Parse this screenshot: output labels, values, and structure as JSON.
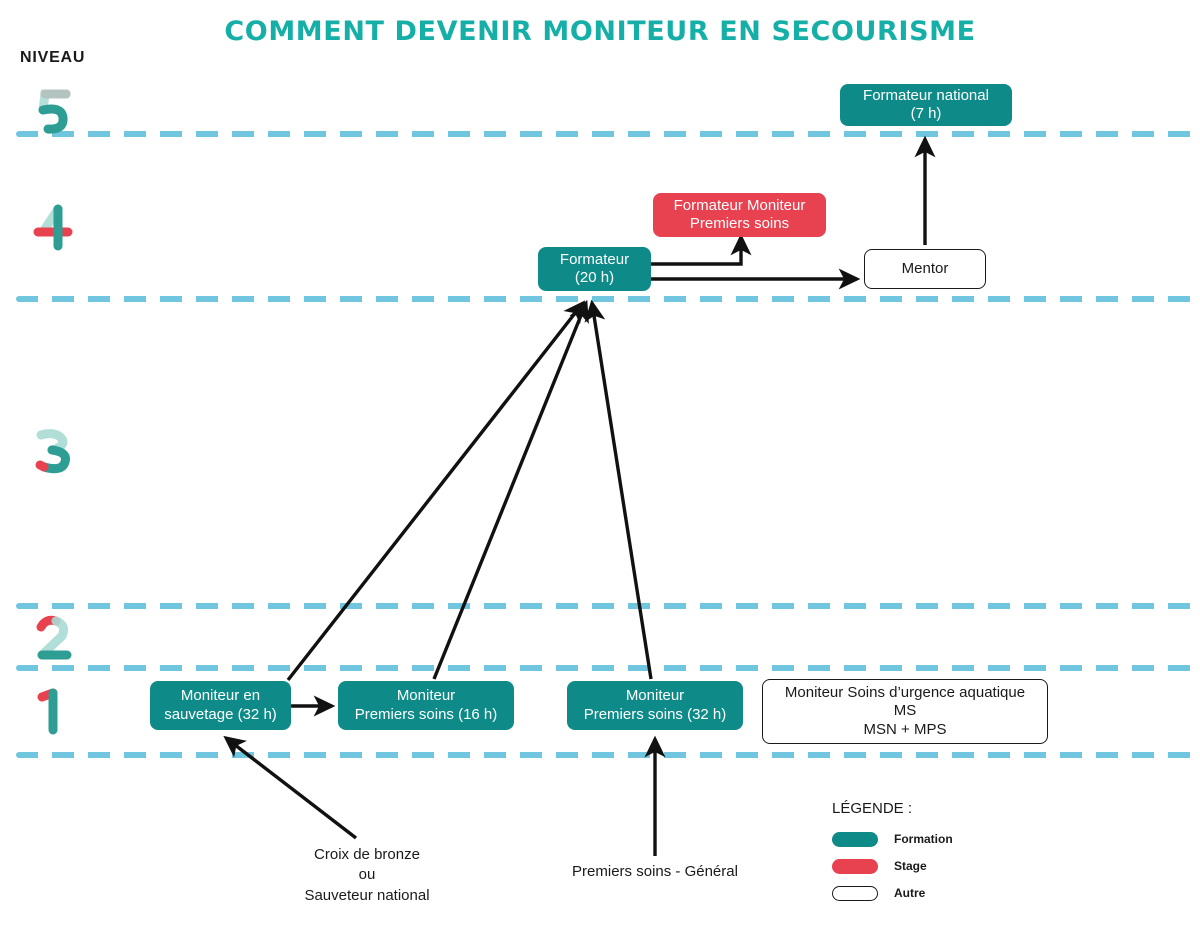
{
  "page": {
    "title": "COMMENT DEVENIR MONITEUR EN SECOURISME",
    "axis_label": "NIVEAU",
    "colors": {
      "title": "#15AFA8",
      "formation": "#0E8B88",
      "stage": "#E8414F",
      "autre_border": "#1a1a1a",
      "level_separator": "#6FC6DE",
      "arrow": "#111111"
    }
  },
  "levels": [
    {
      "number": "5"
    },
    {
      "number": "4"
    },
    {
      "number": "3"
    },
    {
      "number": "2"
    },
    {
      "number": "1"
    }
  ],
  "nodes": [
    {
      "id": "formateur-national",
      "label": "Formateur national\n(7 h)",
      "type": "formation",
      "level": 5
    },
    {
      "id": "formateur-moniteur-premiers-soins",
      "label": "Formateur Moniteur\nPremiers soins",
      "type": "stage",
      "level": 4
    },
    {
      "id": "formateur",
      "label": "Formateur\n(20 h)",
      "type": "formation",
      "level": 4
    },
    {
      "id": "mentor",
      "label": "Mentor",
      "type": "autre",
      "level": 4
    },
    {
      "id": "moniteur-en-sauvetage",
      "label": "Moniteur en\nsauvetage (32 h)",
      "type": "formation",
      "level": 1
    },
    {
      "id": "moniteur-premiers-soins-16",
      "label": "Moniteur\nPremiers soins (16 h)",
      "type": "formation",
      "level": 1
    },
    {
      "id": "moniteur-premiers-soins-32",
      "label": "Moniteur\nPremiers soins (32 h)",
      "type": "formation",
      "level": 1
    },
    {
      "id": "moniteur-soins-urgence",
      "label": "Moniteur Soins d’urgence aquatique\nMS\nMSN + MPS",
      "type": "autre",
      "level": 1
    }
  ],
  "captions": [
    {
      "id": "croix-de-bronze",
      "text": "Croix de bronze\nou\nSauveteur national"
    },
    {
      "id": "premiers-soins-general",
      "text": "Premiers soins - Général"
    }
  ],
  "legend": {
    "title": "LÉGENDE :",
    "items": [
      {
        "id": "formation",
        "label": "Formation",
        "color": "#0E8B88"
      },
      {
        "id": "stage",
        "label": "Stage",
        "color": "#E8414F"
      },
      {
        "id": "autre",
        "label": "Autre",
        "color": "#ffffff"
      }
    ]
  },
  "chart_data": {
    "type": "diagram",
    "title": "COMMENT DEVENIR MONITEUR EN SECOURISME",
    "axis": "NIVEAU",
    "level_bands": [
      5,
      4,
      3,
      2,
      1
    ],
    "edges": [
      {
        "from": "moniteur-en-sauvetage",
        "to": "moniteur-premiers-soins-16"
      },
      {
        "from": "moniteur-en-sauvetage",
        "to": "formateur"
      },
      {
        "from": "moniteur-premiers-soins-16",
        "to": "formateur"
      },
      {
        "from": "moniteur-premiers-soins-32",
        "to": "formateur"
      },
      {
        "from": "formateur",
        "to": "formateur-moniteur-premiers-soins"
      },
      {
        "from": "formateur",
        "to": "mentor"
      },
      {
        "from": "mentor",
        "to": "formateur-national"
      },
      {
        "from": "croix-de-bronze",
        "to": "moniteur-en-sauvetage"
      },
      {
        "from": "premiers-soins-general",
        "to": "moniteur-premiers-soins-32"
      }
    ]
  }
}
